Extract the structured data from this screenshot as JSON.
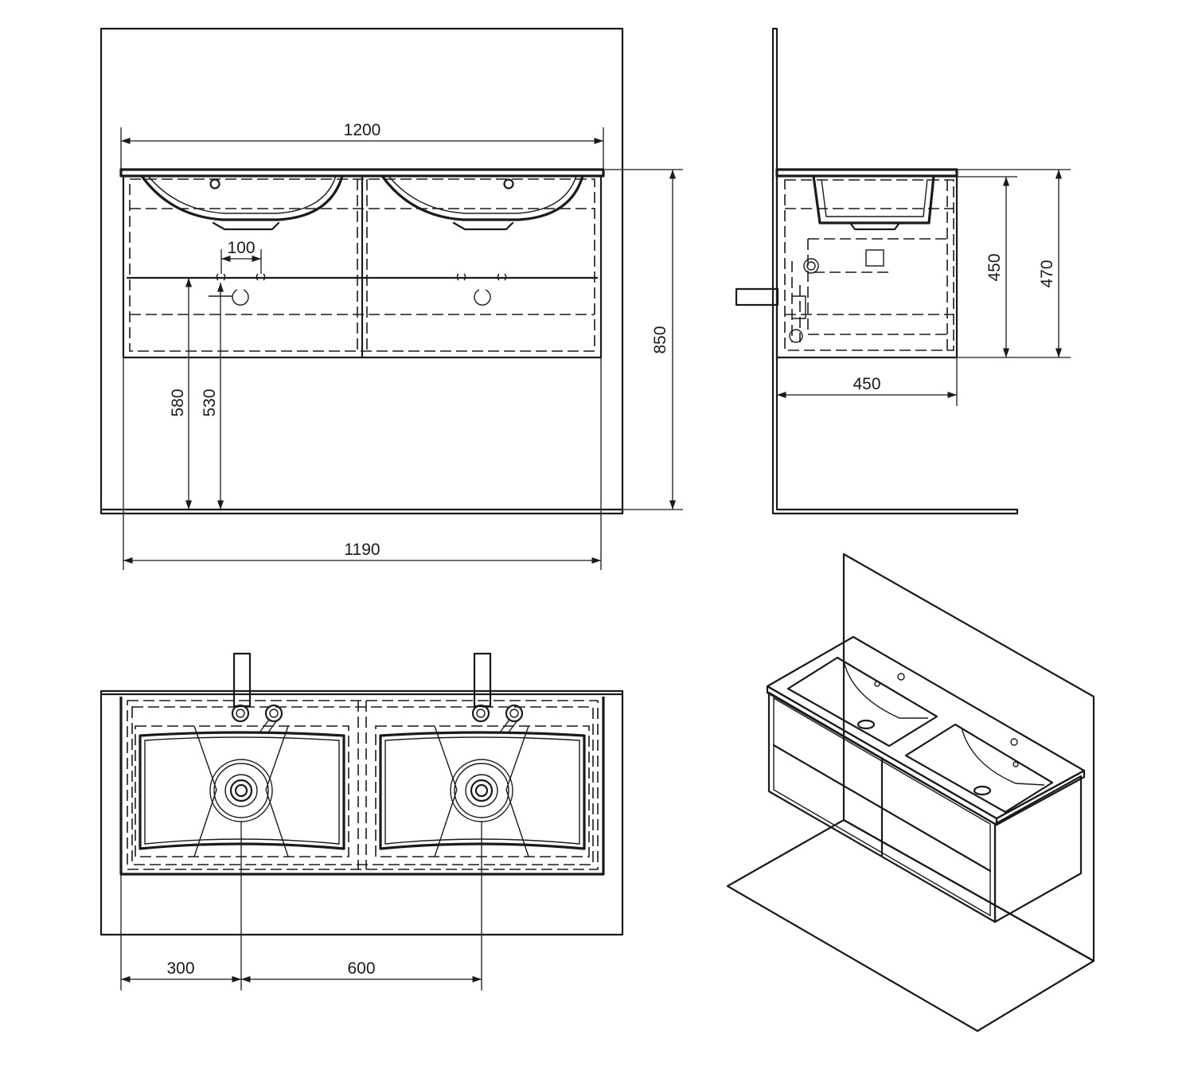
{
  "front_view": {
    "width_top": "1200",
    "width_cabinet": "1190",
    "height_total": "850",
    "height_upper_hole": "580",
    "height_lower_hole": "530",
    "hole_spacing": "100"
  },
  "side_view": {
    "cabinet_height": "450",
    "overall_height": "470",
    "depth": "450"
  },
  "top_view": {
    "offset_first_basin": "300",
    "basin_spacing": "600"
  }
}
